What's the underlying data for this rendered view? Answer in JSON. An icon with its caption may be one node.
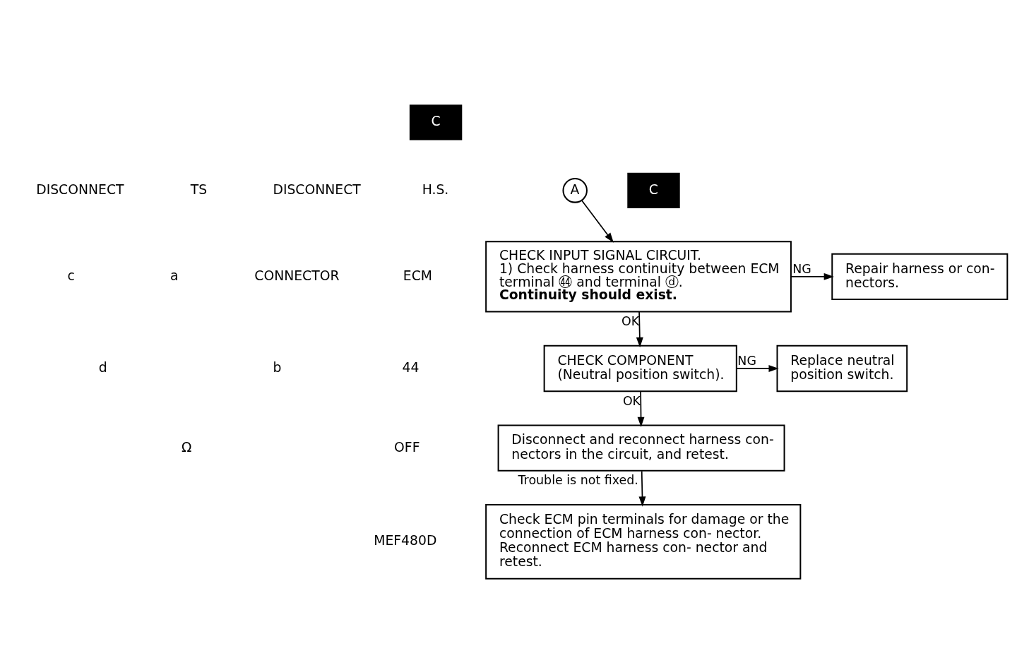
{
  "diagram": {
    "nodes": [
      {
        "text": [
          "A"
        ]
      },
      {
        "text": [
          "CHECK INPUT SIGNAL CIRCUIT.",
          "1) Check harness continuity between ECM terminal ㊹ and terminal ⓓ.",
          "Continuity should exist."
        ]
      },
      {
        "text": [
          "Repair harness or con- nectors."
        ]
      },
      {
        "text": [
          "CHECK COMPONENT",
          "(Neutral position switch)."
        ]
      },
      {
        "text": [
          "Replace neutral position switch."
        ]
      },
      {
        "text": [
          "Disconnect and reconnect harness con- nectors in the circuit, and retest."
        ]
      },
      {
        "text": [
          "Check ECM pin terminals for damage or the connection of ECM harness con- nector. Reconnect ECM harness con- nector and retest."
        ]
      }
    ],
    "edges": [
      {
        "from": 0,
        "to": 1,
        "arrow": "to"
      },
      {
        "from": 1,
        "to": 2,
        "arrow": "to",
        "label": "NG"
      },
      {
        "from": 1,
        "to": 3,
        "arrow": "to",
        "label": "OK"
      },
      {
        "from": 3,
        "to": 4,
        "arrow": "to",
        "label": "NG"
      },
      {
        "from": 3,
        "to": 5,
        "arrow": "to",
        "label": "OK"
      },
      {
        "from": 5,
        "to": 6,
        "arrow": "to",
        "label": "Trouble is not fixed."
      }
    ],
    "labels": [
      "C",
      "DISCONNECT",
      "DISCONNECT",
      "H.S.",
      "TS",
      "ECM",
      "CONNECTOR",
      "a",
      "c",
      "44",
      "b",
      "d",
      "Ω",
      "OFF",
      "MEF480D",
      "C"
    ]
  }
}
